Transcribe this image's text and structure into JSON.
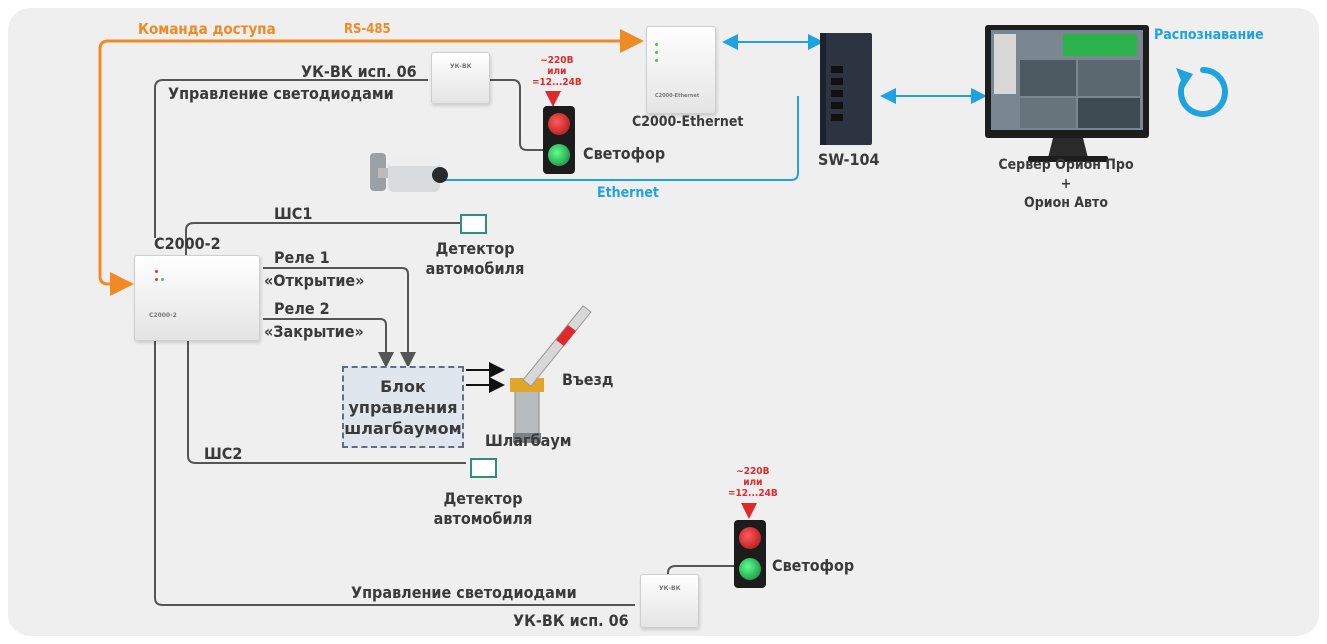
{
  "labels": {
    "access_command": "Команда доступа",
    "rs485": "RS-485",
    "ukvk_top": "УК-ВК исп. 06",
    "led_control_top": "Управление светодиодами",
    "traffic_light_top": "Светофор",
    "power_top": [
      "~220В",
      "или",
      "=12...24В"
    ],
    "c2000_ethernet": "С2000-Ethernet",
    "sw104": "SW-104",
    "ethernet": "Ethernet",
    "server": [
      "Сервер Орион Про",
      "+",
      "Орион Авто"
    ],
    "recognition": "Распознавание",
    "shs1": "ШС1",
    "c2000_2": "С2000-2",
    "detector_top": [
      "Детектор",
      "автомобиля"
    ],
    "relay1": "Реле 1",
    "open": "«Открытие»",
    "relay2": "Реле 2",
    "close": "«Закрытие»",
    "barrier_control": [
      "Блок",
      "управления",
      "шлагбаумом"
    ],
    "entry": "Въезд",
    "barrier": "Шлагбаум",
    "shs2": "ШС2",
    "detector_bottom": [
      "Детектор",
      "автомобиля"
    ],
    "power_bottom": [
      "~220В",
      "или",
      "=12...24В"
    ],
    "traffic_light_bottom": "Светофор",
    "led_control_bottom": "Управление светодиодами",
    "ukvk_bottom": "УК-ВК исп. 06"
  },
  "device_tags": {
    "ukvk": "УК-ВК",
    "c2000_2": "С2000-2",
    "c2000_eth": "С2000-Ethernet"
  },
  "colors": {
    "wire": "#555555",
    "rs485": "#f08a24",
    "ethernet": "#1ea3e0",
    "power": "#e0292b",
    "detector": "#2f8f7c"
  }
}
